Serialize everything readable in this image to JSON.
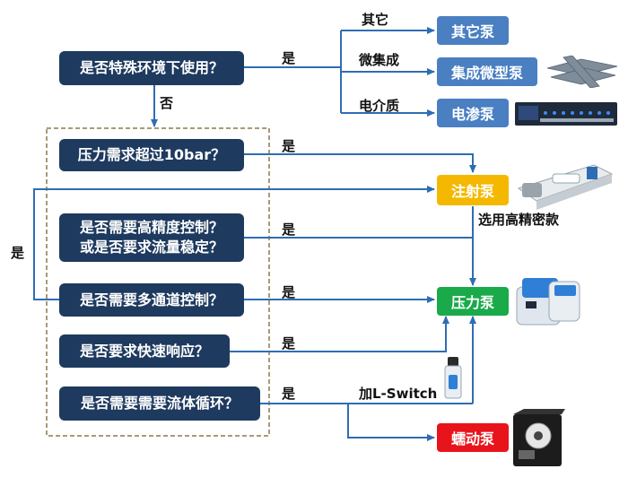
{
  "questions": {
    "special_env": "是否特殊环境下使用？",
    "pressure": "压力需求超过10bar？",
    "precision": "是否需要高精度控制？\n或是否要求流量稳定？",
    "multichannel": "是否需要多通道控制？",
    "fast_response": "是否要求快速响应？",
    "circulation": "是否需要需要流体循环？"
  },
  "pumps": {
    "other": "其它泵",
    "micro": "集成微型泵",
    "electroosmotic": "电渗泵",
    "syringe": "注射泵",
    "pressure": "压力泵",
    "peristaltic": "蠕动泵"
  },
  "labels": {
    "yes_special": "是",
    "no_special": "否",
    "branch_other": "其它",
    "branch_micro": "微集成",
    "branch_dielectric": "电介质",
    "yes_pressure": "是",
    "yes_precision": "是",
    "yes_multichannel": "是",
    "yes_fast": "是",
    "yes_circulation": "是",
    "yes_left": "是",
    "high_precision_model": "选用高精密款",
    "add_lswitch": "加L-Switch"
  },
  "colors": {
    "question_bg": "#1e3a5f",
    "pump_blue": "#4a7fc1",
    "pump_yellow": "#f5b800",
    "pump_green": "#1aaa4a",
    "pump_red": "#e8141c",
    "arrow": "#2e6db4",
    "dashed_frame": "#8a7a4a"
  }
}
